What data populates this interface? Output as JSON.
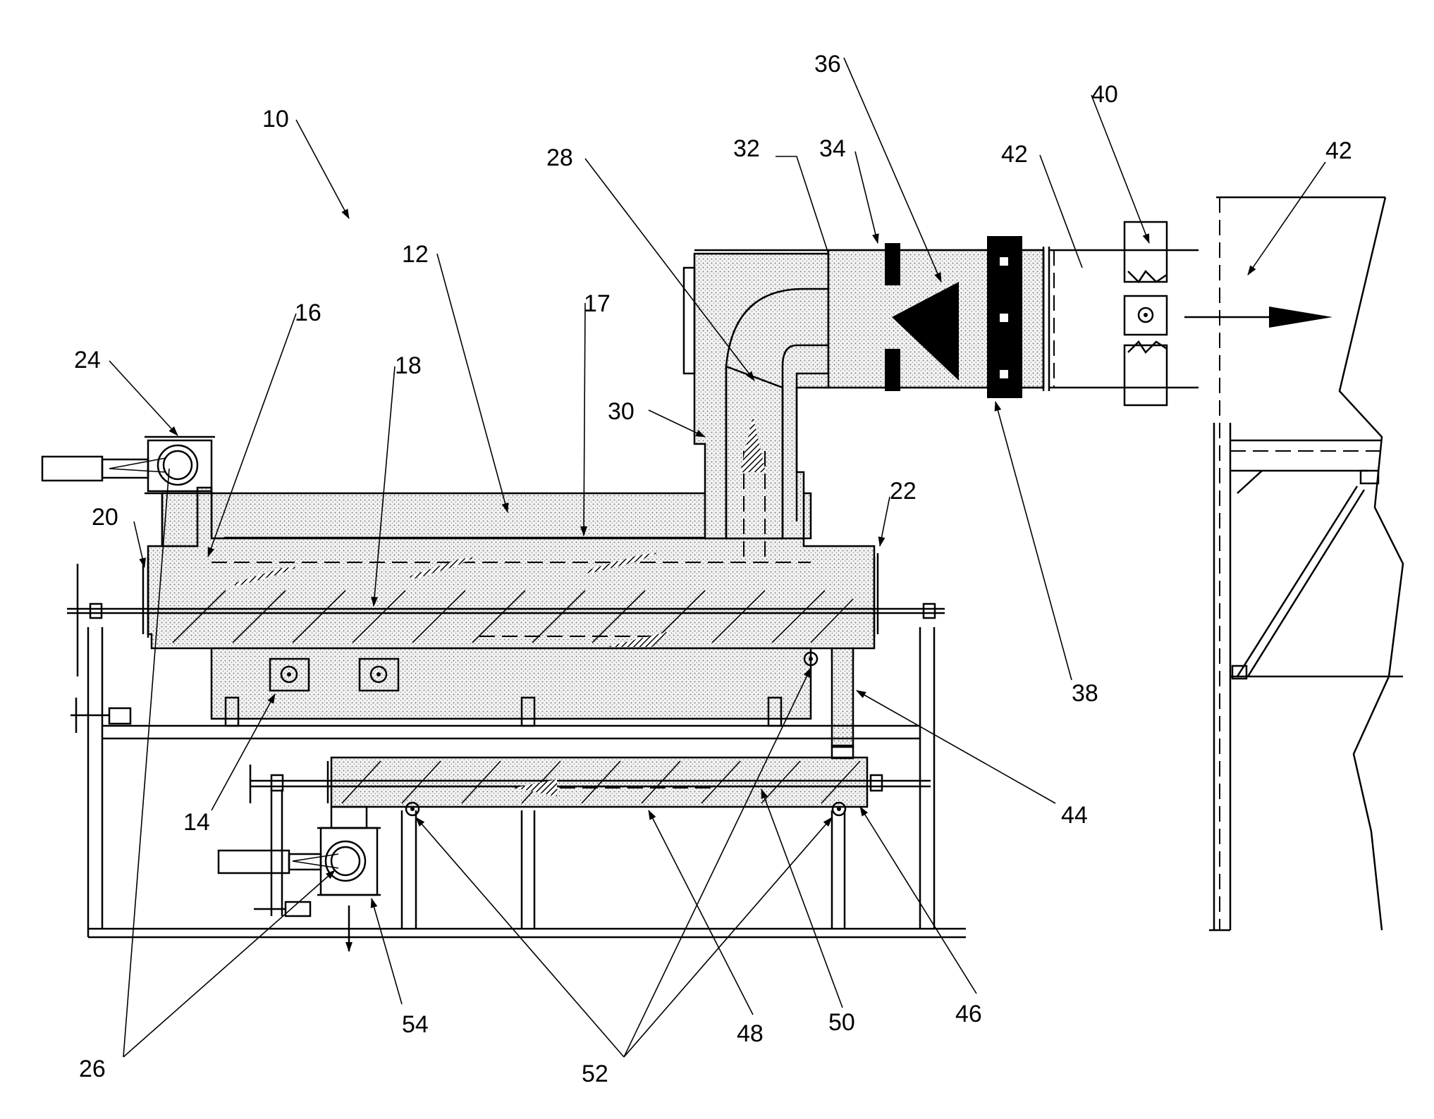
{
  "diagram": {
    "labels": {
      "l10": "10",
      "l12": "12",
      "l14": "14",
      "l16": "16",
      "l17": "17",
      "l18": "18",
      "l20": "20",
      "l22": "22",
      "l24": "24",
      "l26": "26",
      "l28": "28",
      "l30": "30",
      "l32": "32",
      "l34": "34",
      "l36": "36",
      "l38": "38",
      "l40": "40",
      "l42a": "42",
      "l42b": "42",
      "l44": "44",
      "l46": "46",
      "l48": "48",
      "l50": "50",
      "l52": "52",
      "l54": "54"
    },
    "colors": {
      "ink": "#000000",
      "paper": "#ffffff",
      "fill": "#d9d9d9"
    }
  }
}
